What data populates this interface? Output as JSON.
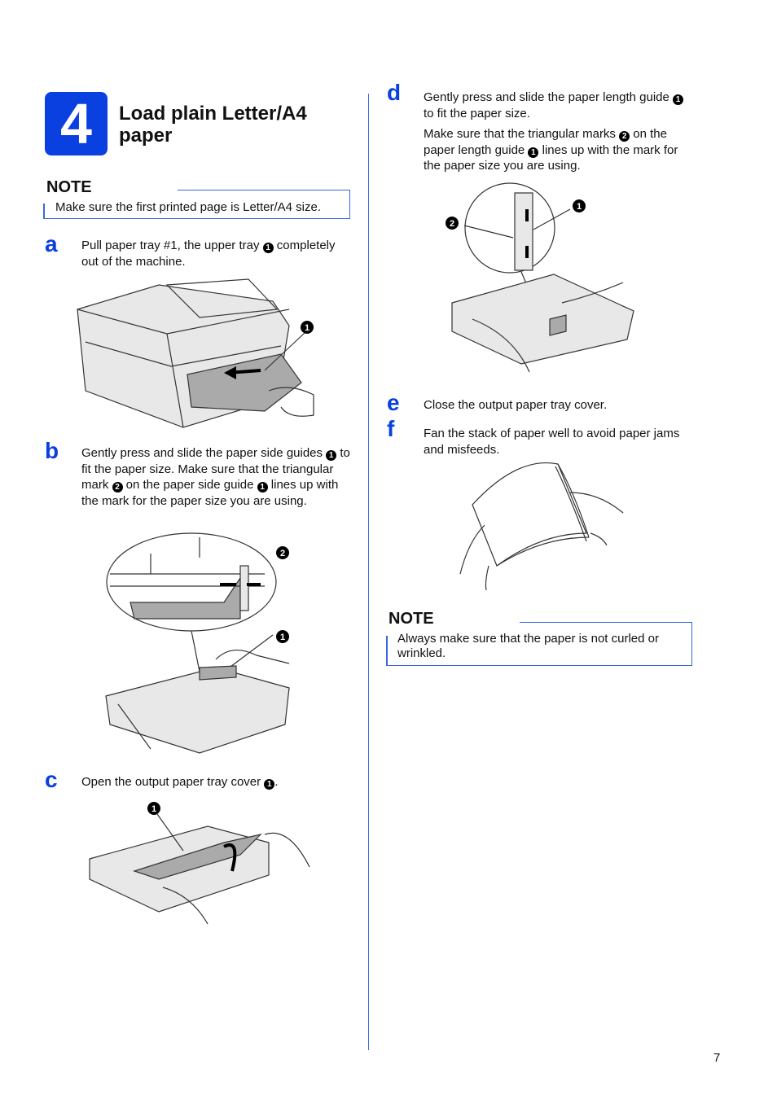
{
  "step_number": "4",
  "title": "Load plain Letter/A4 paper",
  "note1": {
    "heading": "NOTE",
    "text": "Make sure the first printed page is Letter/A4 size."
  },
  "steps": {
    "a": {
      "letter": "a",
      "t": [
        "Pull paper tray #1, the upper tray ",
        " completely out of the machine."
      ],
      "c": [
        "1"
      ]
    },
    "b": {
      "letter": "b",
      "t": [
        "Gently press and slide the paper side guides ",
        " to fit the paper size. Make sure that the triangular mark ",
        " on the paper side guide ",
        " lines up with the mark for the paper size you are using."
      ],
      "c": [
        "1",
        "2",
        "1"
      ]
    },
    "c": {
      "letter": "c",
      "t": [
        "Open the output paper tray cover ",
        "."
      ],
      "c": [
        "1"
      ]
    },
    "d": {
      "letter": "d",
      "t1": [
        "Gently press and slide the paper length guide ",
        " to fit the paper size."
      ],
      "c1": [
        "1"
      ],
      "t2": [
        "Make sure that the triangular marks ",
        " on the paper length guide ",
        " lines up with the mark for the paper size you are using."
      ],
      "c2": [
        "2",
        "1"
      ]
    },
    "e": {
      "letter": "e",
      "t": "Close the output paper tray cover."
    },
    "f": {
      "letter": "f",
      "t": "Fan the stack of paper well to avoid paper jams and misfeeds."
    }
  },
  "illustration_callouts": {
    "a": [
      "1"
    ],
    "b": [
      "2",
      "1"
    ],
    "c": [
      "1"
    ],
    "d": [
      "1",
      "2"
    ]
  },
  "note2": {
    "heading": "NOTE",
    "text": "Always make sure that the paper is not curled or wrinkled."
  },
  "page_number": "7",
  "colors": {
    "accent": "#0a3fe0",
    "rule": "#3a67e0"
  }
}
